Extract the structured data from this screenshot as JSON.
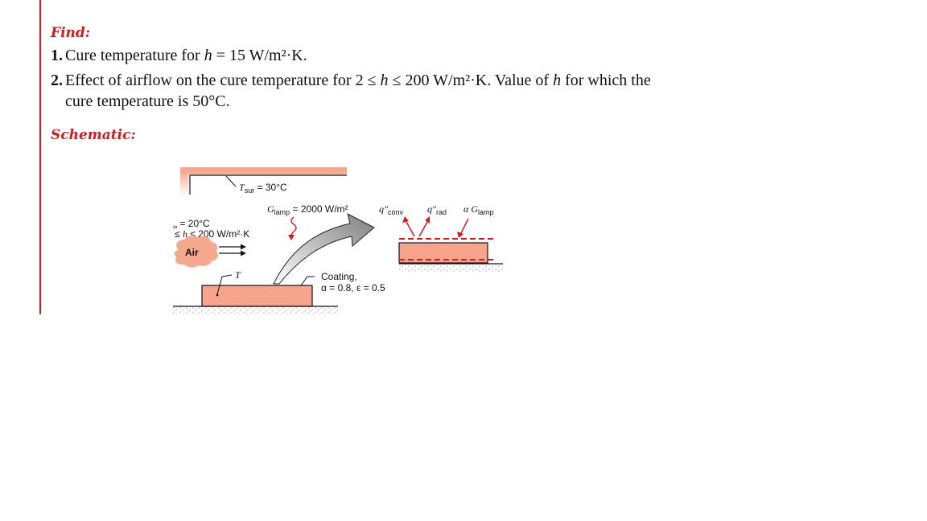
{
  "find": {
    "heading": "Find:",
    "items": [
      {
        "num": "1.",
        "pre": "Cure temperature for ",
        "var": "h",
        "post": " = 15 W/m²·K."
      },
      {
        "num": "2.",
        "pre": "Effect of airflow on the cure temperature for 2 ≤ ",
        "var": "h",
        "post": " ≤ 200 W/m²·K. Value of ",
        "var2": "h",
        "post2": " for which the cure temperature is 50°C."
      }
    ]
  },
  "schematic": {
    "heading": "Schematic:",
    "labels": {
      "t_sur_var": "T",
      "t_sur_sub": "sur",
      "t_sur_val": " = 30°C",
      "g_lamp_var": "G",
      "g_lamp_sub": "lamp",
      "g_lamp_val": " = 2000 W/m²",
      "t_inf_var": "T",
      "t_inf_sub": "∞",
      "t_inf_val": " = 20°C",
      "h_range_pre": "2 ≤ ",
      "h_range_var": "h",
      "h_range_post": " ≤ 200 W/m²·K",
      "air": "Air",
      "t_label": "T",
      "coating_line1": "Coating,",
      "coating_line2": "α = 0.8,  ε = 0.5",
      "q_conv_var": "q″",
      "q_conv_sub": "conv",
      "q_rad_var": "q″",
      "q_rad_sub": "rad",
      "alpha_g_pre": "α ",
      "alpha_g_var": "G",
      "alpha_g_sub": "lamp"
    },
    "colors": {
      "accent": "#d7191f",
      "coating_fill": "#f6a48c",
      "surroundings": "#f4a188",
      "arrow_gray": "#9a9a9a",
      "air_cloud": "#f4a98f"
    }
  }
}
